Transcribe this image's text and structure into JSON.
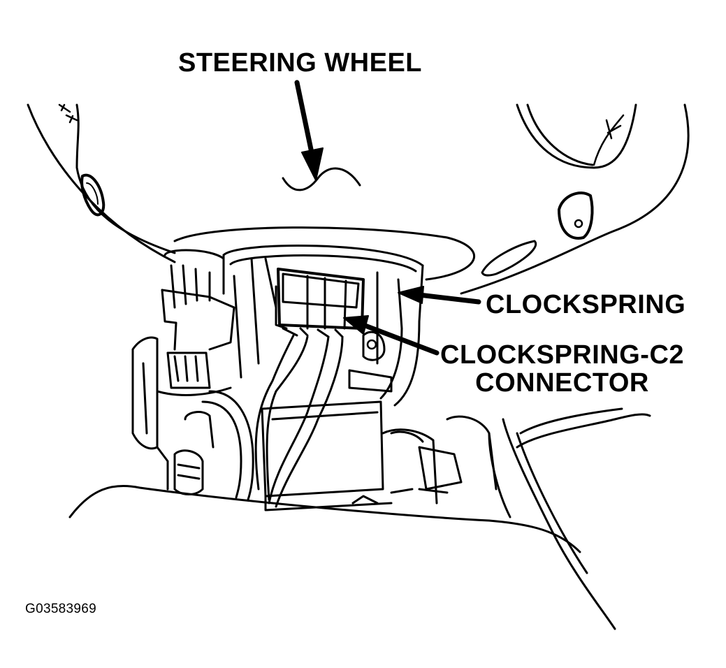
{
  "labels": {
    "steering_wheel": "STEERING WHEEL",
    "clockspring": "CLOCKSPRING",
    "connector_line1": "CLOCKSPRING-C2",
    "connector_line2": "CONNECTOR"
  },
  "figure_code": "G03583969",
  "colors": {
    "ink": "#000000",
    "paper": "#ffffff"
  }
}
